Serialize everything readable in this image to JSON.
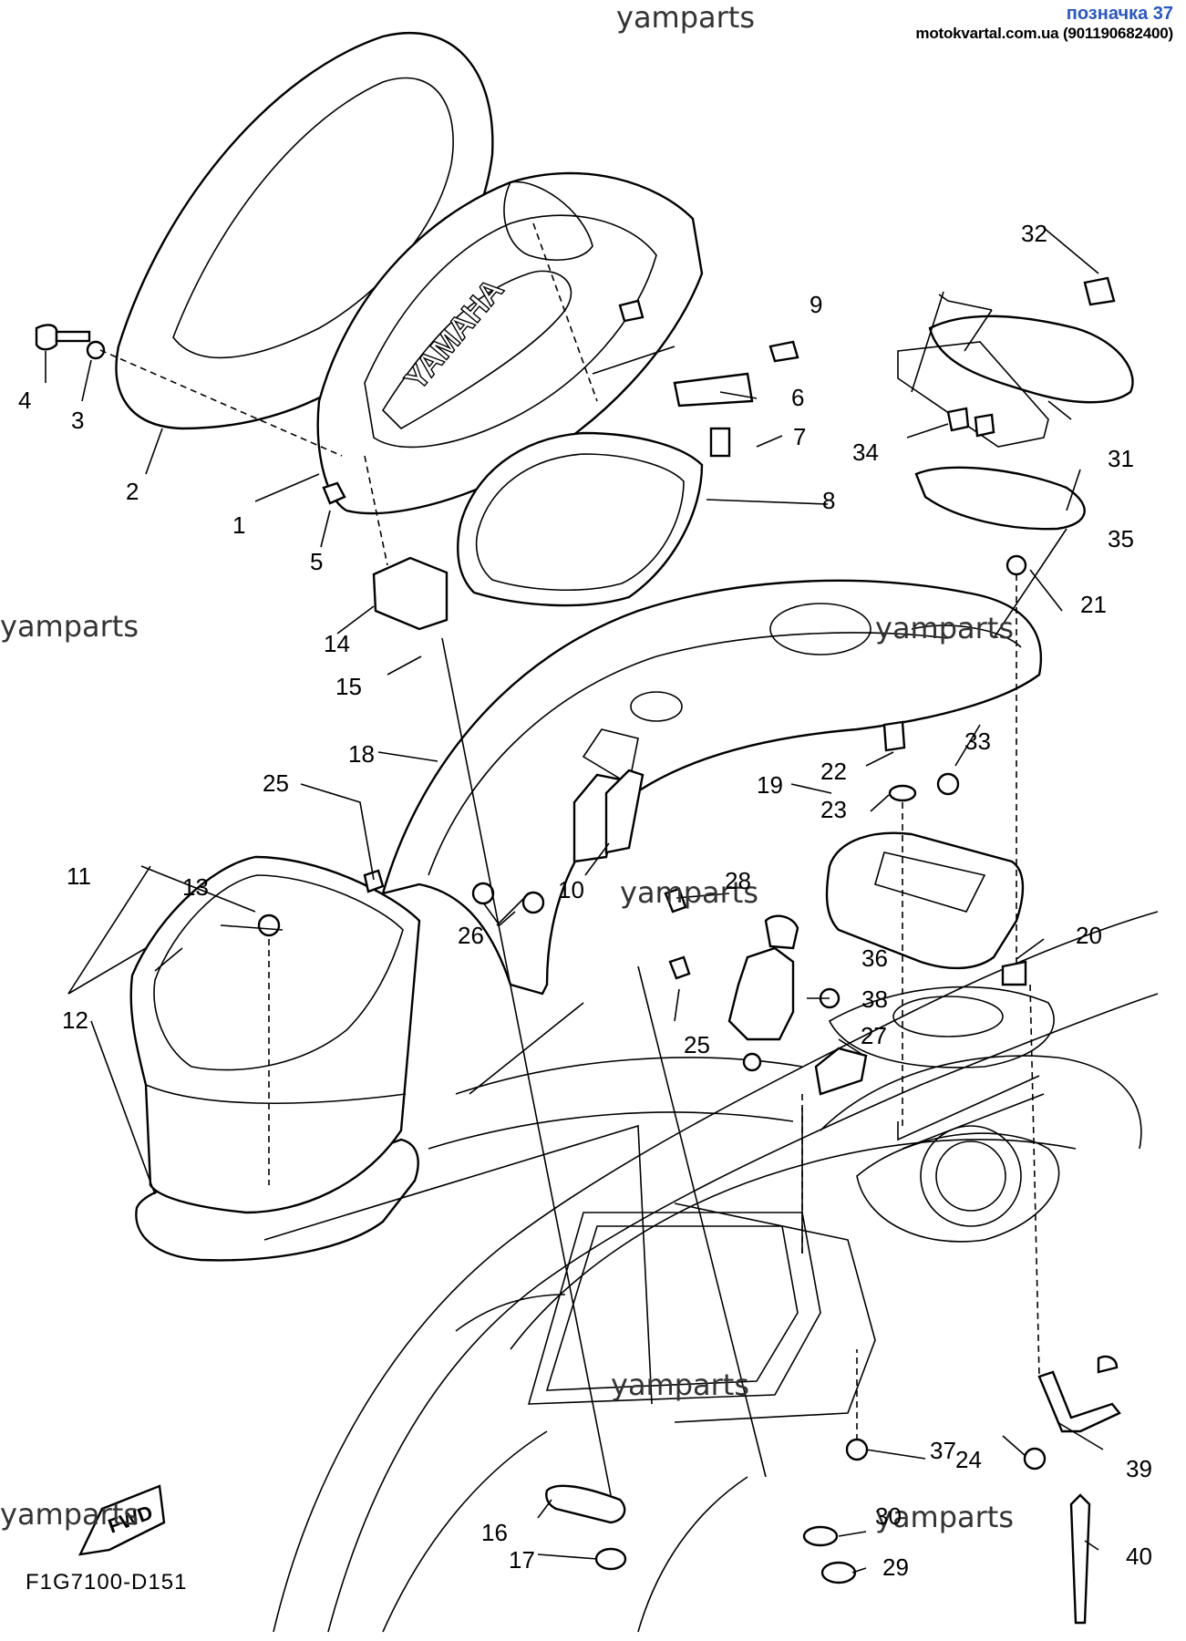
{
  "header": {
    "site": "yamparts",
    "mark": "позначка 37",
    "shop": "motokvartal.com.ua (901190682400)"
  },
  "watermarks": [
    "yamparts",
    "yamparts",
    "yamparts",
    "yamparts",
    "yamparts",
    "yamparts"
  ],
  "diagram_code": "F1G7100-D151",
  "fwd_label": "FWD",
  "brand_emboss": "YAMAHA",
  "callouts": [
    "1",
    "2",
    "3",
    "4",
    "5",
    "6",
    "7",
    "8",
    "9",
    "10",
    "11",
    "12",
    "13",
    "14",
    "15",
    "16",
    "17",
    "18",
    "19",
    "20",
    "21",
    "22",
    "23",
    "24",
    "25",
    "25",
    "26",
    "27",
    "28",
    "29",
    "30",
    "31",
    "32",
    "33",
    "34",
    "35",
    "36",
    "37",
    "38",
    "39",
    "40"
  ]
}
